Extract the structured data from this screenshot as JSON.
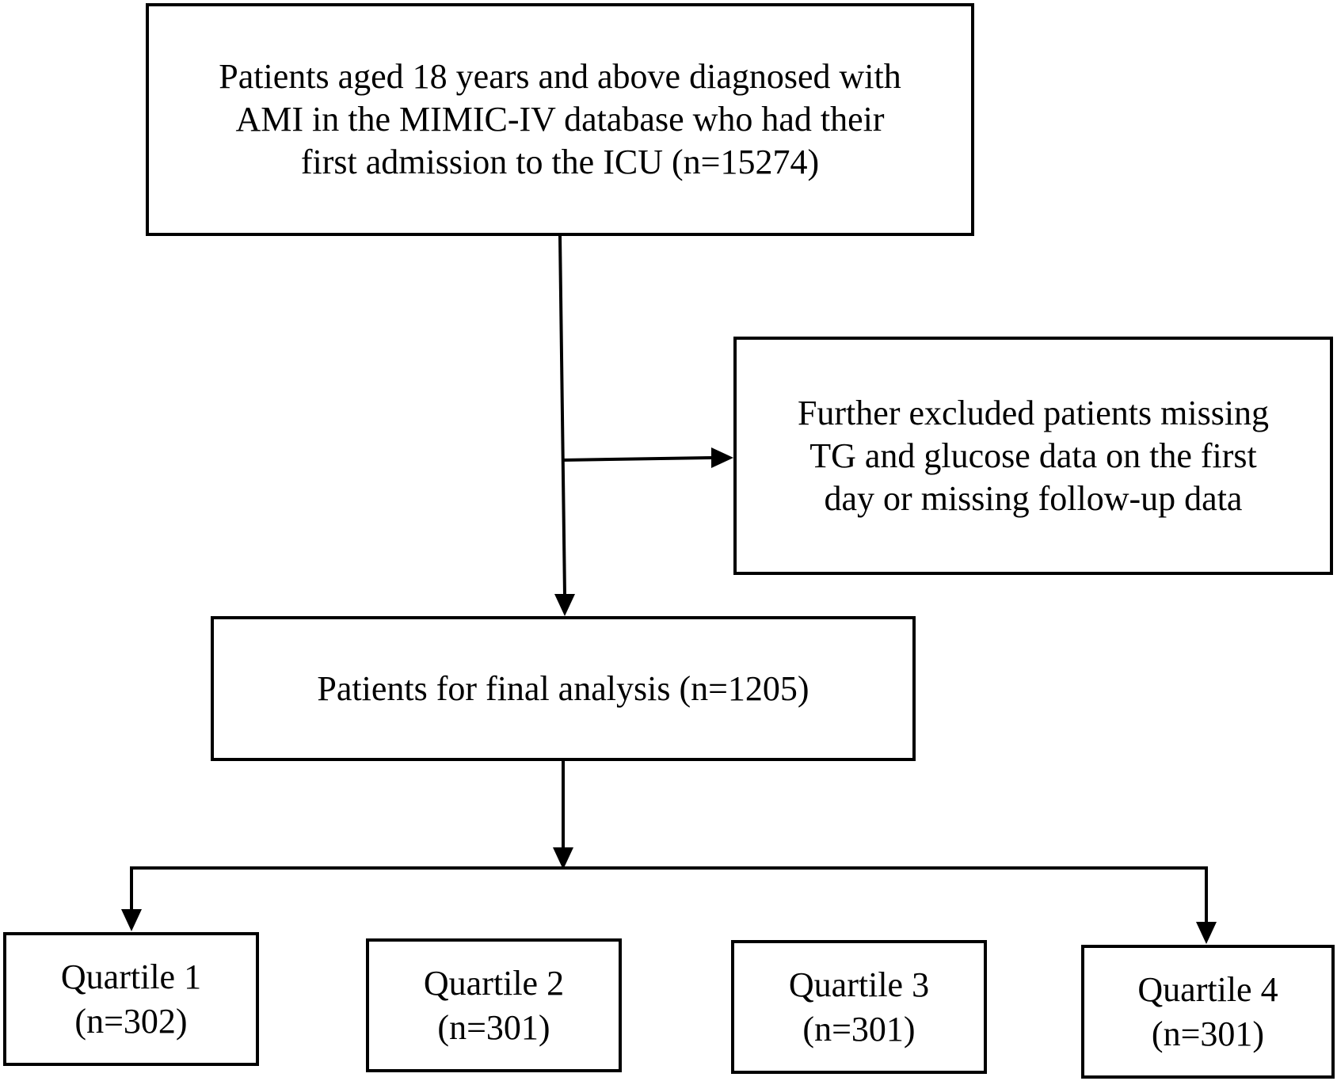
{
  "boxes": {
    "top": {
      "lines": [
        "Patients aged 18 years and above diagnosed with",
        "AMI in the MIMIC-IV database who had their",
        "first admission to the ICU (n=15274)"
      ]
    },
    "exclusion": {
      "lines": [
        "Further excluded patients missing",
        "TG and glucose data on the first",
        "day or missing follow-up data"
      ]
    },
    "final": {
      "lines": [
        "Patients for final analysis (n=1205)"
      ]
    },
    "quartiles": [
      {
        "label": "Quartile 1",
        "n": "(n=302)"
      },
      {
        "label": "Quartile 2",
        "n": "(n=301)"
      },
      {
        "label": "Quartile 3",
        "n": "(n=301)"
      },
      {
        "label": "Quartile 4",
        "n": "(n=301)"
      }
    ]
  },
  "colors": {
    "stroke": "#000000",
    "background": "#ffffff"
  }
}
